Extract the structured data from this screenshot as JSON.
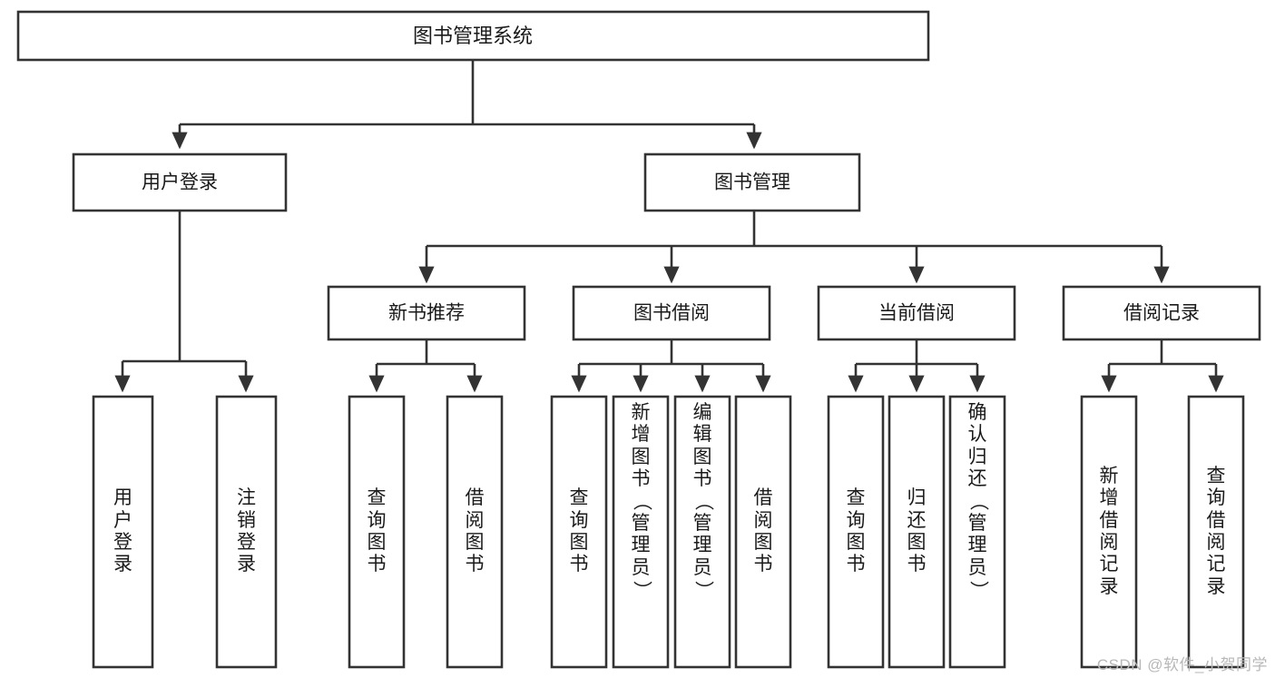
{
  "diagram": {
    "title_node": {
      "label": "图书管理系统"
    },
    "level2": [
      {
        "id": "user-login",
        "label": "用户登录"
      },
      {
        "id": "book-manage",
        "label": "图书管理"
      }
    ],
    "level3": [
      {
        "id": "new-book-recommend",
        "label": "新书推荐"
      },
      {
        "id": "book-borrow",
        "label": "图书借阅"
      },
      {
        "id": "current-borrow",
        "label": "当前借阅"
      },
      {
        "id": "borrow-record",
        "label": "借阅记录"
      }
    ],
    "leaves": {
      "user_login": [
        {
          "id": "leaf-user-login",
          "label": "用户登录"
        },
        {
          "id": "leaf-logout-login",
          "label": "注销登录"
        }
      ],
      "new_book_recommend": [
        {
          "id": "leaf-query-book-1",
          "label": "查询图书"
        },
        {
          "id": "leaf-borrow-book-1",
          "label": "借阅图书"
        }
      ],
      "book_borrow": [
        {
          "id": "leaf-query-book-2",
          "label": "查询图书"
        },
        {
          "id": "leaf-add-book",
          "label": "新增图书（管理员）"
        },
        {
          "id": "leaf-edit-book",
          "label": "编辑图书（管理员）"
        },
        {
          "id": "leaf-borrow-book-2",
          "label": "借阅图书"
        }
      ],
      "current_borrow": [
        {
          "id": "leaf-query-book-3",
          "label": "查询图书"
        },
        {
          "id": "leaf-return-book",
          "label": "归还图书"
        },
        {
          "id": "leaf-confirm-return",
          "label": "确认归还（管理员）"
        }
      ],
      "borrow_record": [
        {
          "id": "leaf-add-record",
          "label": "新增借阅记录"
        },
        {
          "id": "leaf-query-record",
          "label": "查询借阅记录"
        }
      ]
    }
  },
  "watermark": {
    "text": "CSDN @软件_小贺同学"
  },
  "colors": {
    "stroke": "#333333",
    "box_fill": "#ffffff",
    "text": "#1a1a1a",
    "watermark": "#b8b8b8",
    "background": "#ffffff"
  }
}
